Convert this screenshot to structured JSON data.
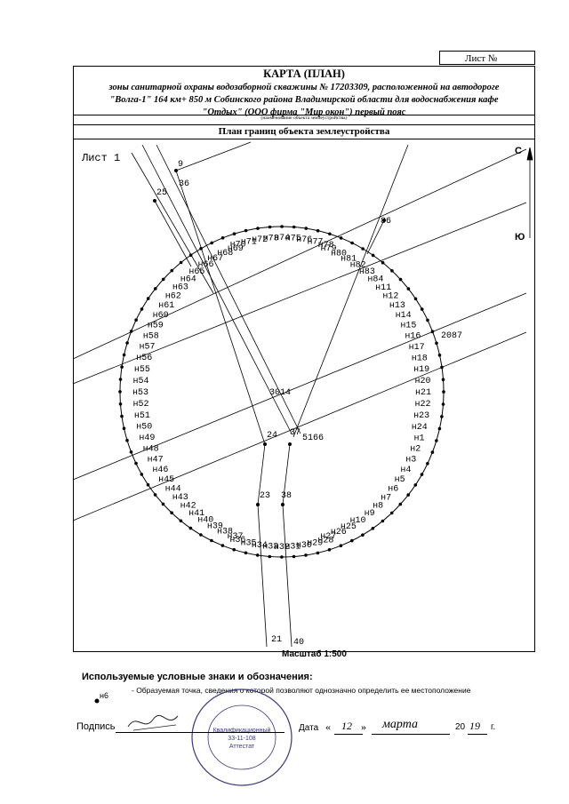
{
  "header": {
    "sheet_label": "Лист №",
    "title": "КАРТА (ПЛАН)",
    "subtitle_lines": [
      "зоны санитарной охраны водозаборной скважины № 17203309, расположенной на автодороге",
      "\"Волга-1\" 164 км+ 850 м Собинского района Владимирской области для водоснабжения кафе",
      "\"Отдых\" (ООО фирма \"Мир окон\") первый пояс"
    ],
    "object_caption": "(наименование объекта землеустройства)",
    "plan_title": "План границ объекта землеустройства"
  },
  "map": {
    "sheet_tag": "Лист 1",
    "north": "С",
    "south": "Ю",
    "labels": {
      "p9": "9",
      "p36": "36",
      "p25": "25",
      "p86": "86",
      "p24": "24",
      "p37": "37",
      "p23": "23",
      "p38": "38",
      "p21": "21",
      "p40": "40",
      "p3014": "3014",
      "p5166": "5166",
      "p2087": "2087"
    },
    "circle_points": [
      "н1",
      "н2",
      "н3",
      "н4",
      "н5",
      "н6",
      "н7",
      "н8",
      "н9",
      "н10",
      "н25",
      "н26",
      "н27",
      "н28",
      "н29",
      "н30",
      "н31",
      "н32",
      "н33",
      "н34",
      "н35",
      "н36",
      "н37",
      "н38",
      "н39",
      "н40",
      "н41",
      "н42",
      "н43",
      "н44",
      "н45",
      "н46",
      "н47",
      "н48",
      "н49",
      "н50",
      "н51",
      "н52",
      "н53",
      "н54",
      "н55",
      "н56",
      "н57",
      "н58",
      "н59",
      "н60",
      "н61",
      "н62",
      "н63",
      "н64",
      "н65",
      "н66",
      "н67",
      "н68",
      "н69",
      "н70",
      "н71",
      "н72",
      "н73",
      "н74",
      "н75",
      "н76",
      "н77",
      "н78",
      "н79",
      "н80",
      "н81",
      "н82",
      "н83",
      "н84",
      "н11",
      "н12",
      "н13",
      "н14",
      "н15",
      "н16",
      "н17",
      "н18",
      "н19",
      "н20",
      "н21",
      "н22",
      "н23",
      "н24"
    ],
    "scale": "Масштаб 1:500"
  },
  "legend": {
    "title": "Используемые условные знаки и обозначения:",
    "symbol_label": "н6",
    "description": "- Образуемая точка, сведения о которой позволяют однозначно определить ее местоположение"
  },
  "stamp": {
    "line_a": "Квалификационный",
    "line_b": "33-11-108",
    "line_c": "Аттестат"
  },
  "signature": {
    "sign_label": "Подпись",
    "date_label": "Дата",
    "day": "12",
    "month": "марта",
    "year_prefix": "20",
    "year_suffix": "19",
    "year_end": "г."
  }
}
